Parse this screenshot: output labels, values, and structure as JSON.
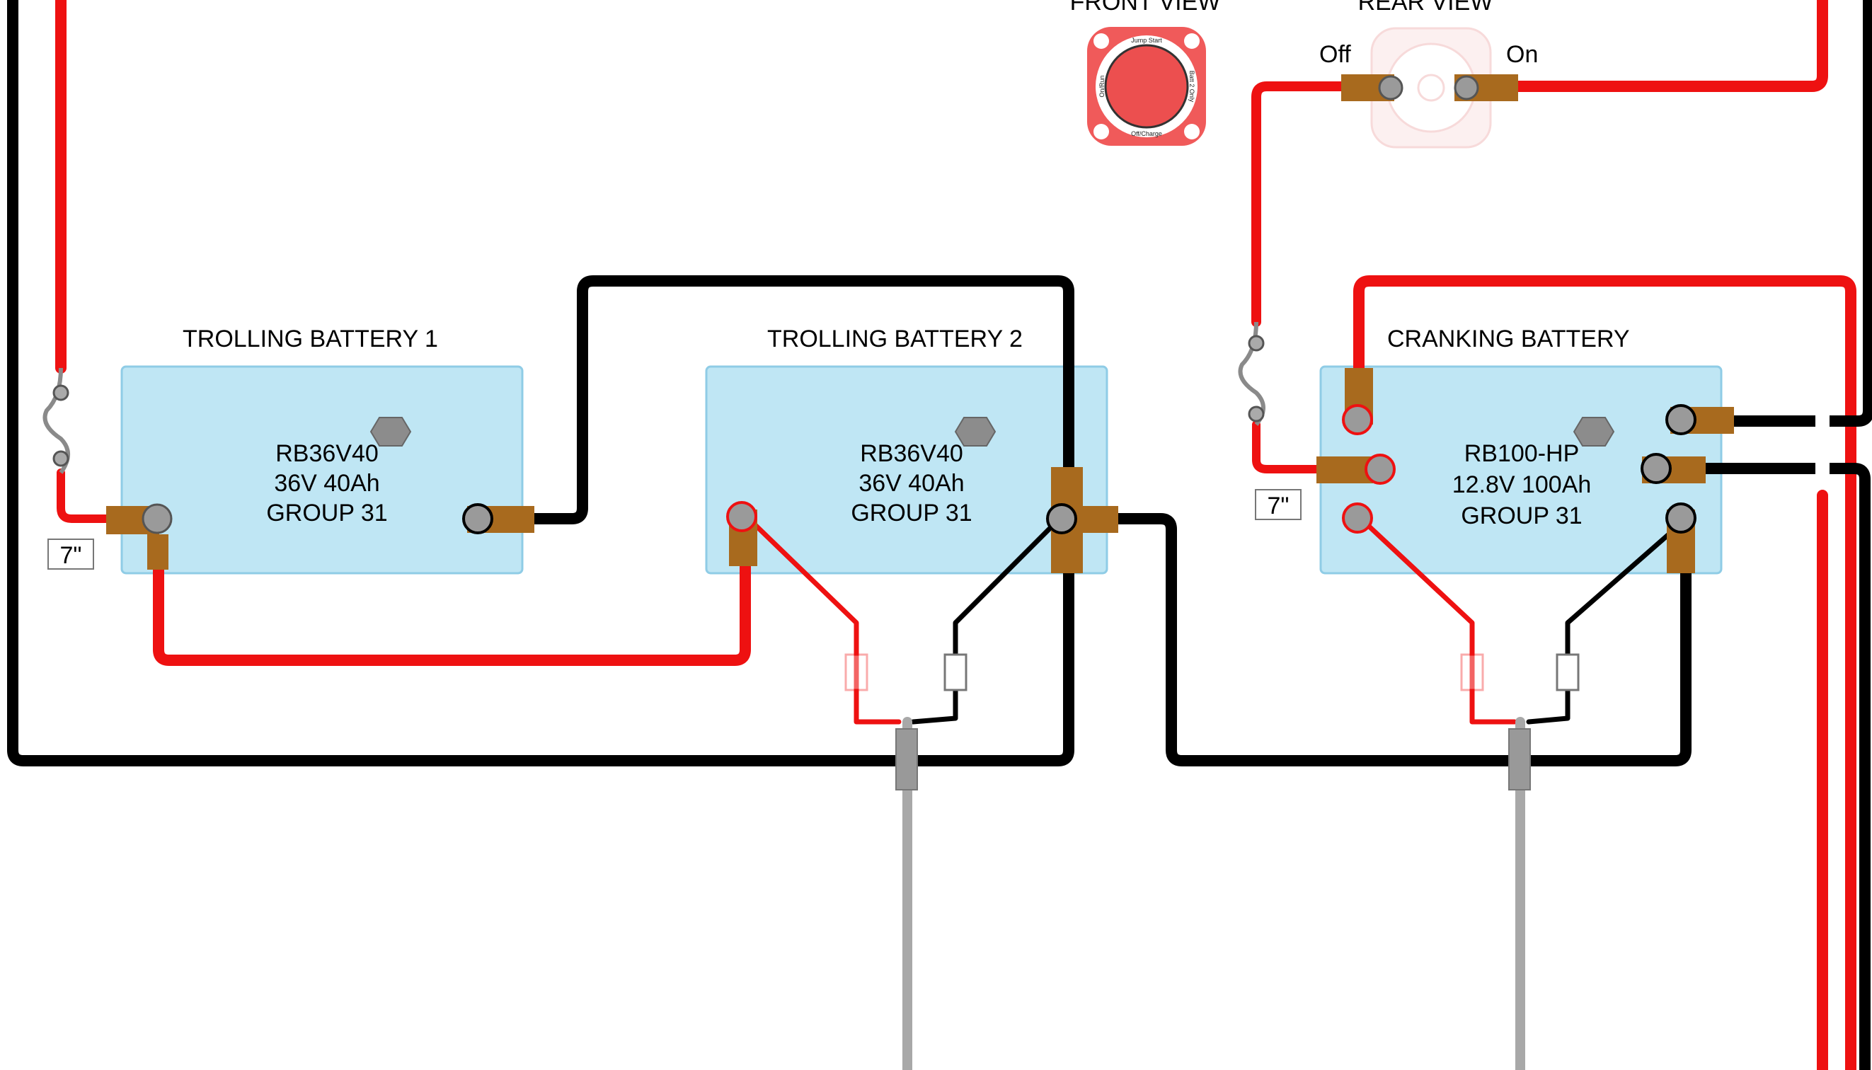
{
  "colors": {
    "positive": "#ee1111",
    "negative": "#000000",
    "battery_fill": "#bfe6f4",
    "battery_stroke": "#8fcce6",
    "terminal": "#a86a1e",
    "stud": "#9a9a9a",
    "sense_wire": "#999999"
  },
  "batteries": [
    {
      "title": "TROLLING BATTERY 1",
      "model": "RB36V40",
      "spec": "36V  40Ah",
      "group": "GROUP 31"
    },
    {
      "title": "TROLLING BATTERY 2",
      "model": "RB36V40",
      "spec": "36V  40Ah",
      "group": "GROUP 31"
    },
    {
      "title": "CRANKING BATTERY",
      "model": "RB100-HP",
      "spec": "12.8V  100Ah",
      "group": "GROUP 31"
    }
  ],
  "switch": {
    "front_view_label": "FRONT VIEW",
    "rear_view_label": "REAR VIEW",
    "off_label": "Off",
    "on_label": "On",
    "dial_top": "Jump Start",
    "dial_right": "Batt 2 Only",
    "dial_bottom": "Off/Charge",
    "dial_left": "On/Run"
  },
  "length_labels": [
    "7\"",
    "7\""
  ]
}
